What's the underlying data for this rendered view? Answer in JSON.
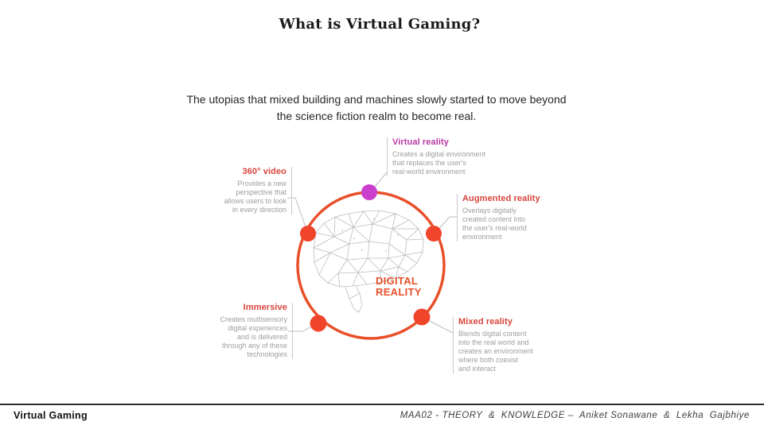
{
  "slide": {
    "title": "What is Virtual Gaming?",
    "subtitle_lines": [
      "The utopias that mixed building and machines slowly started to move beyond",
      "the science fiction realm to become real."
    ]
  },
  "diagram": {
    "center_label_lines": [
      "DIGITAL",
      "REALITY"
    ],
    "colors": {
      "circle": "#E8502A",
      "dot_red": "#F0452B",
      "dot_magenta": "#CC3ECC",
      "heading_red": "#D8453C",
      "heading_magenta": "#B83AA6",
      "description_gray": "#9E9E9E",
      "connector_gray": "#BDBDBD",
      "center_label": "#E8502A"
    },
    "nodes": [
      {
        "label": "Virtual reality",
        "desc_lines": [
          "Creates a digital environment",
          "that replaces the user's",
          "real-world environment"
        ]
      },
      {
        "label": "Augmented reality",
        "desc_lines": [
          "Overlays digitally",
          "created content into",
          "the user's real-world",
          "environment"
        ]
      },
      {
        "label": "Mixed reality",
        "desc_lines": [
          "Blends digital content",
          "into the real world and",
          "creates an environment",
          "where both coexist",
          "and interact"
        ]
      },
      {
        "label": "Immersive",
        "desc_lines": [
          "Creates multisensory",
          "digital experiences",
          "and is delivered",
          "through any of these",
          "technologies"
        ]
      },
      {
        "label": "360° video",
        "desc_lines": [
          "Provides a new",
          "perspective that",
          "allows users to look",
          "in every direction"
        ]
      }
    ]
  },
  "footer": {
    "left": "Virtual Gaming",
    "right": "MAA02 - THEORY  &  KNOWLEDGE –  Aniket Sonawane  &  Lekha  Gajbhiye"
  }
}
